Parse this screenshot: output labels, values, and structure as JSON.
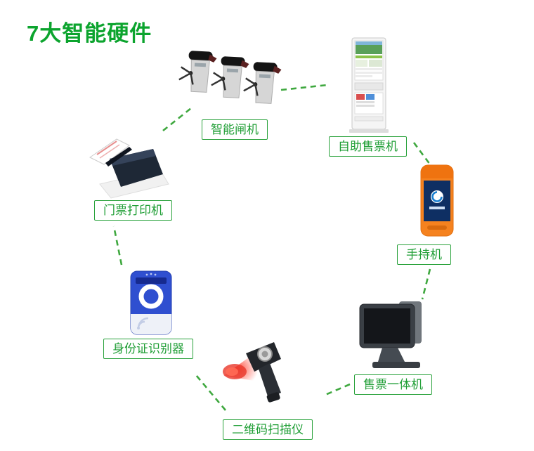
{
  "title": "7大智能硬件",
  "colors": {
    "accent_green": "#0ca42e",
    "label_border": "#2aa23c",
    "label_text": "#1f9e35",
    "connector_line": "#3fa83f",
    "handheld_orange": "#f5821f",
    "reader_blue": "#2f4fd0"
  },
  "devices": [
    {
      "id": "smart-gate",
      "label": "智能闸机"
    },
    {
      "id": "self-service-ticket-machine",
      "label": "自助售票机"
    },
    {
      "id": "handheld-terminal",
      "label": "手持机"
    },
    {
      "id": "ticketing-all-in-one",
      "label": "售票一体机"
    },
    {
      "id": "qr-code-scanner",
      "label": "二维码扫描仪"
    },
    {
      "id": "id-card-reader",
      "label": "身份证识别器"
    },
    {
      "id": "ticket-printer",
      "label": "门票打印机"
    }
  ]
}
